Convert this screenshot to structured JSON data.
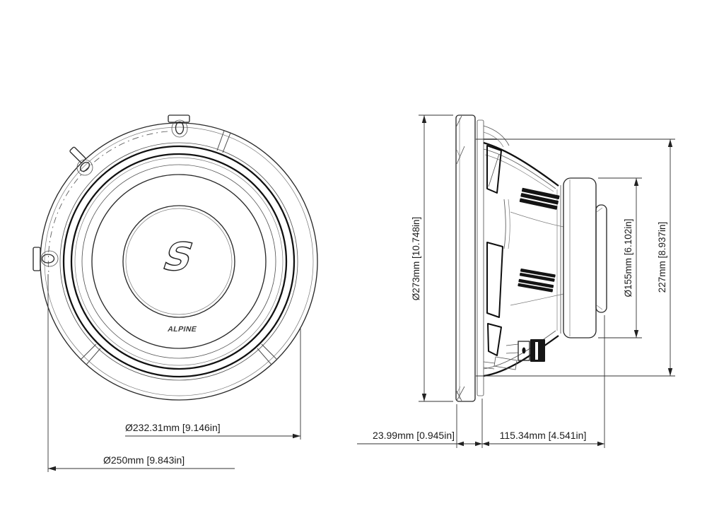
{
  "colors": {
    "background": "#ffffff",
    "line": "#1a1a1a"
  },
  "front_view": {
    "s_logo": "S",
    "brand": "ALPINE",
    "dims": {
      "cutout_diameter": "Ø232.31mm [9.146in]",
      "overall_diameter": "Ø250mm [9.843in]"
    }
  },
  "side_view": {
    "dims": {
      "flange_diameter": "Ø273mm [10.748in]",
      "magnet_diameter": "Ø155mm [6.102in]",
      "frame_diameter": "227mm [8.937in]",
      "flange_depth": "23.99mm [0.945in]",
      "mounting_depth": "115.34mm [4.541in]"
    }
  }
}
